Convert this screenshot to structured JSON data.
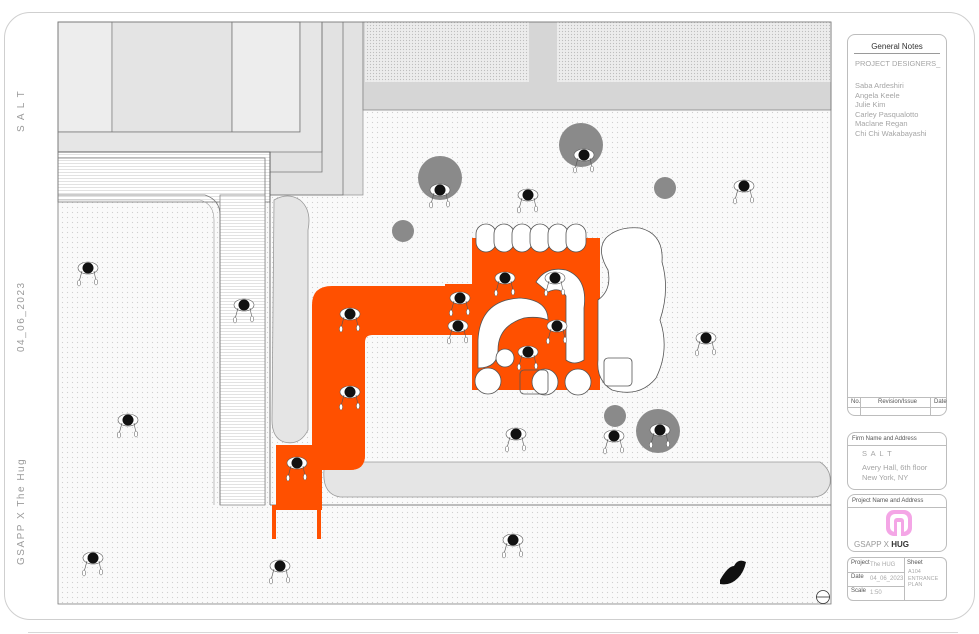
{
  "sidebar": {
    "brand": "S A L T",
    "date": "04_06_2023",
    "subtitle": "GSAPP X The Hug"
  },
  "title_block": {
    "general_notes": {
      "title": "General Notes",
      "designers_label": "PROJECT DESIGNERS_",
      "designers": [
        "Saba Ardeshiri",
        "Angela Keele",
        "Julie Kim",
        "Carley Pasqualotto",
        "Maclane Regan",
        "Chi Chi Wakabayashi"
      ]
    },
    "revisions": {
      "no_label": "No.",
      "issue_label": "Revision/Issue",
      "date_label": "Date"
    },
    "firm": {
      "label": "Firm Name and Address",
      "name": "S A L T",
      "address_line1": "Avery Hall, 6th floor",
      "address_line2": "New York, NY"
    },
    "project": {
      "label": "Project Name and Address",
      "logo_prefix": "GSAPP X ",
      "logo_bold": "HUG",
      "logo_icon": "hug-logo-icon"
    },
    "info": {
      "project_label": "Project",
      "project_value": "The HUG",
      "sheet_label": "Sheet",
      "sheet_value": "A104\nENTRANCE\nPLAN",
      "date_label": "Date",
      "date_value": "04_06_2023",
      "scale_label": "Scale",
      "scale_value": "1:50"
    }
  },
  "colors": {
    "installation": "#ff5000",
    "planter": "#e5e5e5",
    "pavement": "#eeeeee",
    "circle_seat": "#8a8a8a",
    "logo_pink": "#f4a6e6"
  },
  "icons": [
    "north-arrow-icon",
    "hug-logo-icon",
    "person-icon"
  ]
}
